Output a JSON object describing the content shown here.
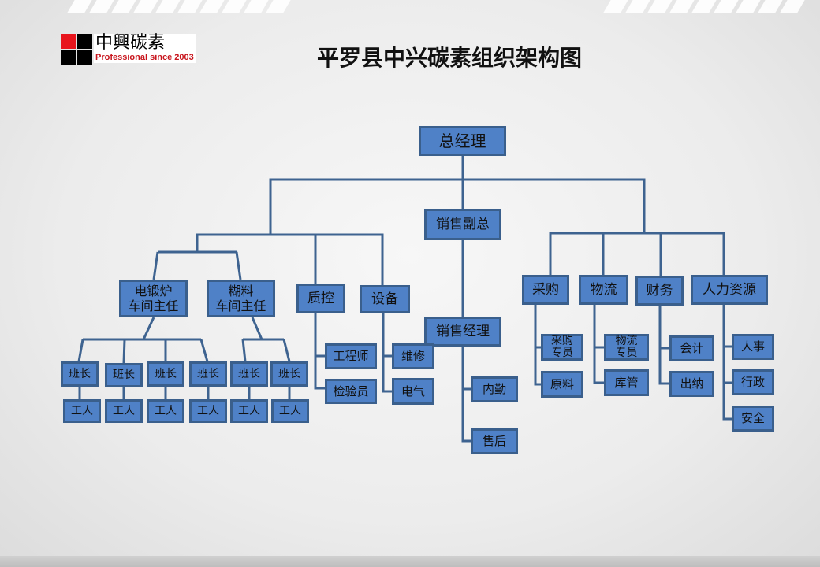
{
  "logo": {
    "cn": "中興碳素",
    "en": "Professional since 2003"
  },
  "title": "平罗县中兴碳素组织架构图",
  "nodes": {
    "gm": "总经理",
    "vp_sales": "销售副总",
    "furnace": "电锻炉\n车间主任",
    "paste": "糊料\n车间主任",
    "qc": "质控",
    "equipment": "设备",
    "sales_mgr": "销售经理",
    "purchase": "采购",
    "logistics": "物流",
    "finance": "财务",
    "hr": "人力资源",
    "team_leader": "班长",
    "worker": "工人",
    "engineer": "工程师",
    "inspector": "检验员",
    "repair": "维修",
    "electric": "电气",
    "office": "内勤",
    "after_sales": "售后",
    "purchase_staff": "采购\n专员",
    "raw_material": "原料",
    "logistics_staff": "物流\n专员",
    "warehouse": "库管",
    "accounting": "会计",
    "cashier": "出纳",
    "personnel": "人事",
    "admin": "行政",
    "safety": "安全"
  }
}
